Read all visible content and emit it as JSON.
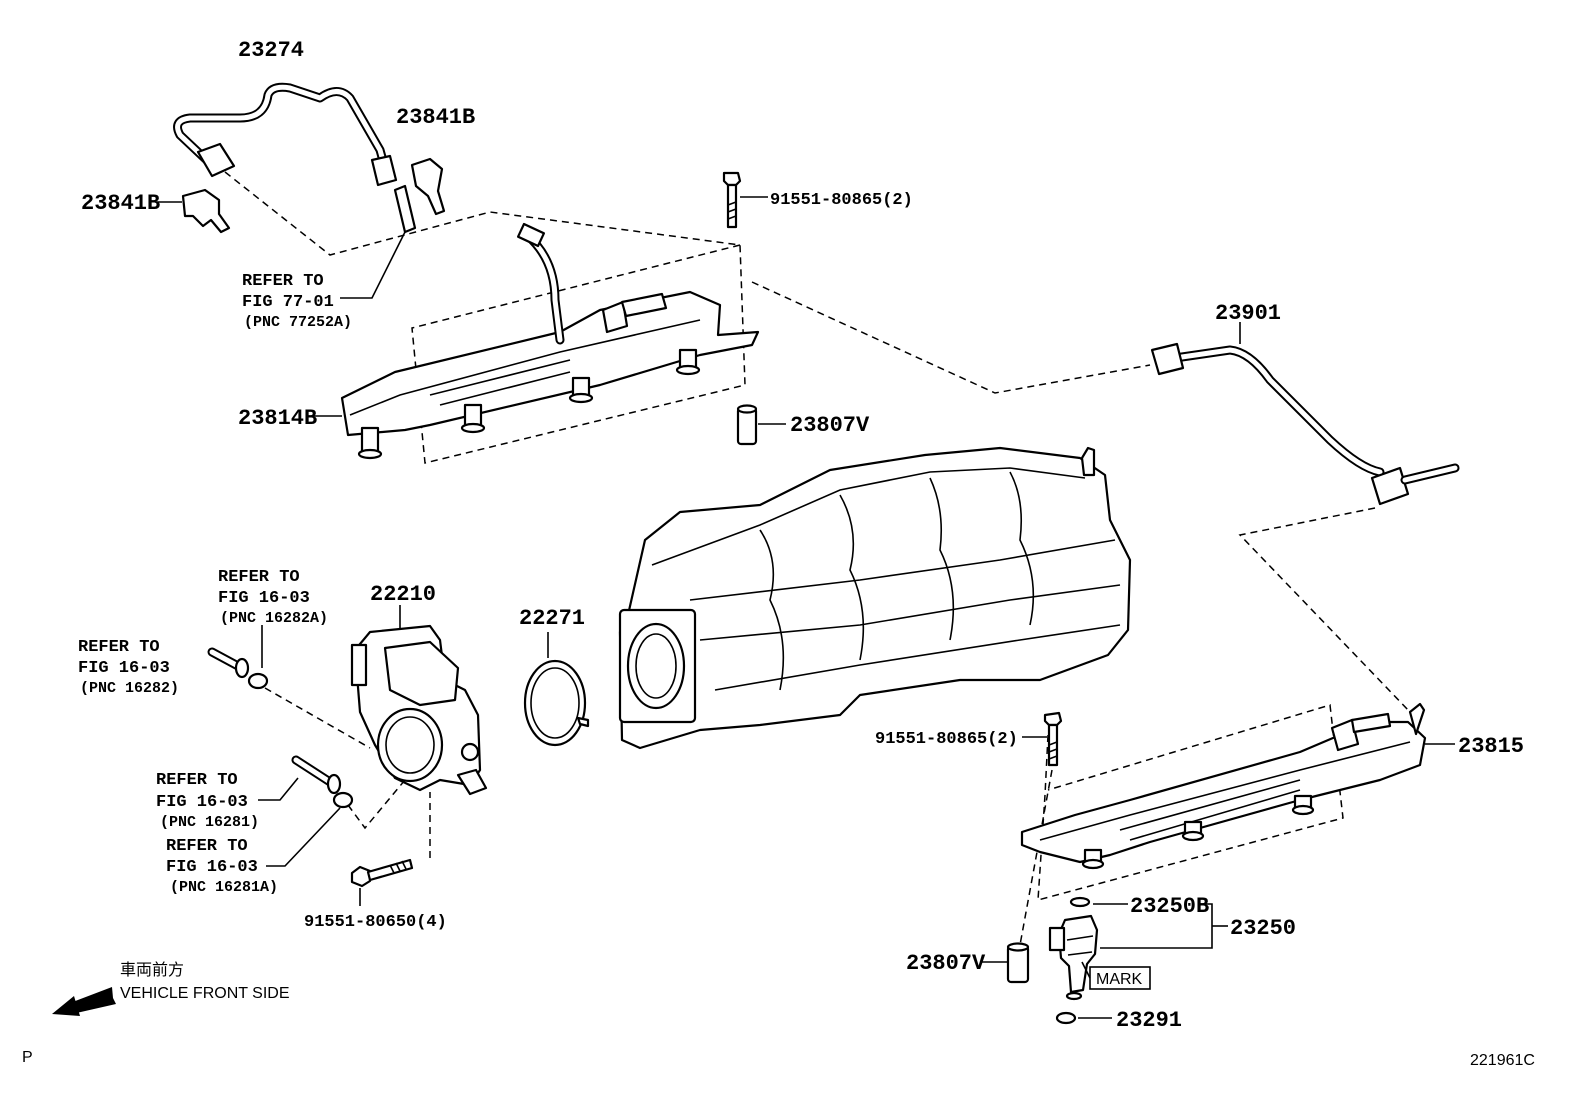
{
  "labels": {
    "p23274": "23274",
    "p23841b_top": "23841B",
    "p23841b_left": "23841B",
    "refer_77_line1": "REFER TO",
    "refer_77_line2": "FIG 77-01",
    "refer_77_pnc": "(PNC 77252A)",
    "bolt_top": "91551-80865(2)",
    "p23901": "23901",
    "p23814b": "23814B",
    "p23807v_top": "23807V",
    "refer_16282a_line1": "REFER TO",
    "refer_16282a_line2": "FIG 16-03",
    "refer_16282a_pnc": "(PNC 16282A)",
    "p22210": "22210",
    "p22271": "22271",
    "refer_16282_line1": "REFER TO",
    "refer_16282_line2": "FIG 16-03",
    "refer_16282_pnc": "(PNC 16282)",
    "bolt_mid": "91551-80865(2)",
    "p23815": "23815",
    "refer_16281_line1": "REFER TO",
    "refer_16281_line2": "FIG 16-03",
    "refer_16281_pnc": "(PNC 16281)",
    "refer_16281a_line1": "REFER TO",
    "refer_16281a_line2": "FIG 16-03",
    "refer_16281a_pnc": "(PNC 16281A)",
    "bolt_bottom": "91551-80650(4)",
    "p23250b": "23250B",
    "p23250": "23250",
    "p23807v_bottom": "23807V",
    "mark": "MARK",
    "p23291": "23291"
  },
  "direction": {
    "jp": "車両前方",
    "en": "VEHICLE FRONT SIDE"
  },
  "corner_left": "P",
  "figure_id": "221961C"
}
